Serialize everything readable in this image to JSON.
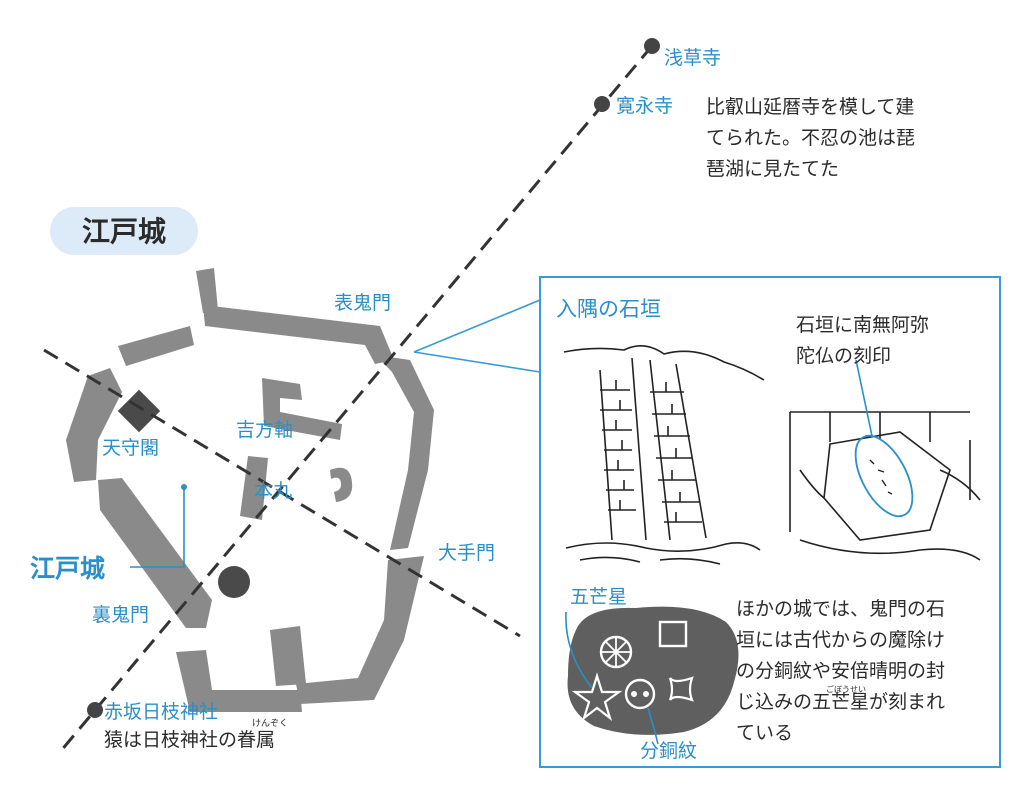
{
  "title_badge": "江戸城",
  "places": {
    "asakusa": "浅草寺",
    "kanei": "寛永寺",
    "omote_kimon": "表鬼門",
    "tenshukaku": "天守閣",
    "kichihojiku": "吉方軸",
    "honmaru": "本丸",
    "edojo": "江戸城",
    "otemon": "大手門",
    "ura_kimon": "裏鬼門",
    "akasaka": "赤坂日枝神社"
  },
  "notes": {
    "kanei_note": [
      "比叡山延暦寺を模して建",
      "てられた。不忍の池は琵",
      "琶湖に見たてた"
    ],
    "akasaka_note": "猿は日枝神社の眷属",
    "akasaka_ruby": "けんぞく"
  },
  "detail_panel": {
    "title": "入隅の石垣",
    "carving_caption": [
      "石垣に南無阿弥",
      "陀仏の刻印"
    ],
    "gobosei_label": "五芒星",
    "fundomon_label": "分銅紋",
    "description": [
      "ほかの城では、鬼門の石",
      "垣には古代からの魔除け",
      "の分銅紋や安倍晴明の封",
      "じ込みの五芒星が刻まれ",
      "ている"
    ],
    "gobosei_ruby": "ごぼうせい"
  },
  "colors": {
    "label_blue": "#2a8fc8",
    "badge_fill": "#dcebf7",
    "panel_border": "#3a9ad6",
    "wall_gray": "#8a8a8a",
    "stone_gray": "#5f5f5f"
  }
}
